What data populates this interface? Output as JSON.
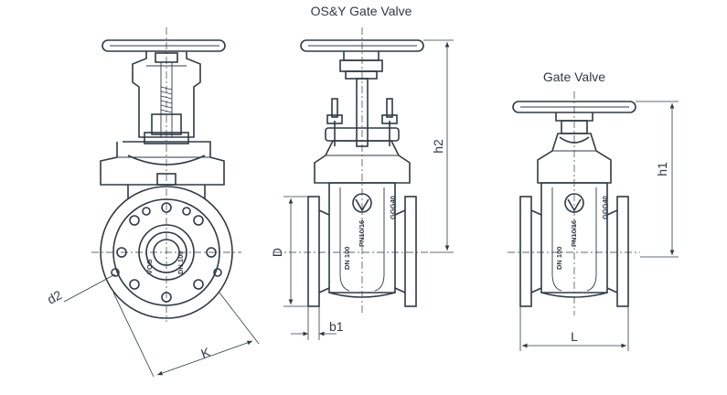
{
  "titles": {
    "osy": "OS&Y Gate Valve",
    "gate": "Gate Valve"
  },
  "dimensions": {
    "d2": "d2",
    "k": "K",
    "d": "D",
    "b1": "b1",
    "h2": "h2",
    "h1": "h1",
    "l": "L"
  },
  "body_markings": {
    "nominal": "DN 100",
    "pressure": "PN10/16",
    "material": "GGG40",
    "brand_short": "VOG",
    "nominal_short": "DN 100"
  },
  "colors": {
    "line": "#2f3a44",
    "background": "#ffffff"
  }
}
